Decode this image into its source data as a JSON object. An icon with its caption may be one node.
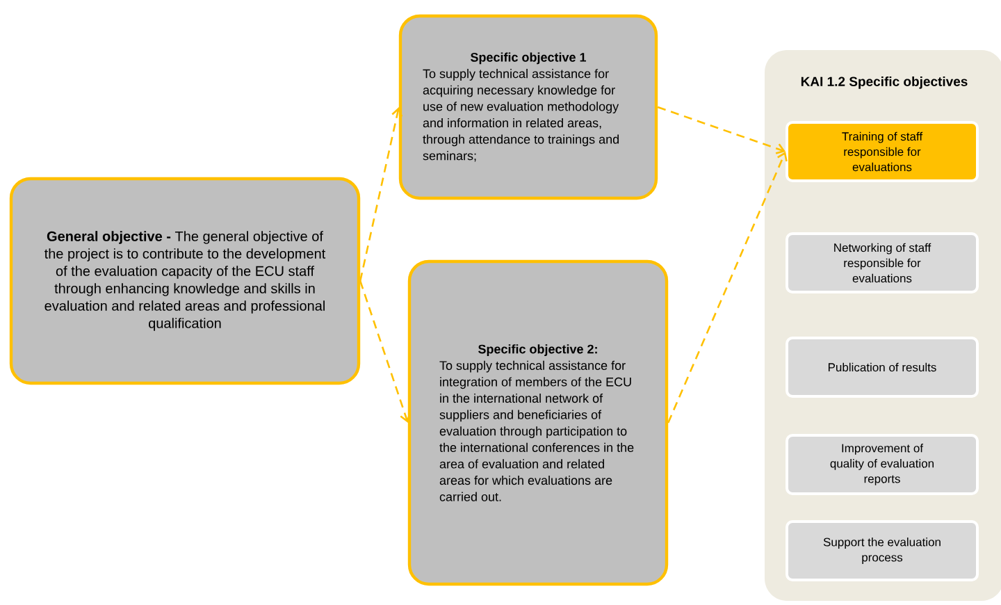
{
  "diagram": {
    "nodes": [
      {
        "text": [
          "**General objective -** The general objective of the project is to contribute to the development of the evaluation capacity of the ECU staff through enhancing knowledge and skills in evaluation and related areas and professional qualification"
        ]
      },
      {
        "text": [
          "Specific objective 1",
          "To supply technical assistance for acquiring necessary knowledge for use of new evaluation methodology and information in related areas, through attendance to trainings and seminars;"
        ]
      },
      {
        "text": [
          "Specific objective 2:",
          "To supply technical assistance for integration of members of the ECU in the international network of suppliers and beneficiaries of evaluation through participation to the international conferences in the area of evaluation and related areas for which evaluations are carried out."
        ]
      },
      {
        "text": [
          "KAI 1.2 Specific objectives"
        ]
      },
      {
        "text": [
          "Training of staff responsible for evaluations"
        ],
        "in": 3
      },
      {
        "text": [
          "Networking of staff responsible for evaluations"
        ],
        "in": 3
      },
      {
        "text": [
          "Publication of results"
        ],
        "in": 3
      },
      {
        "text": [
          "Improvement of quality of evaluation reports"
        ],
        "in": 3
      },
      {
        "text": [
          "Support the evaluation process"
        ],
        "in": 3
      }
    ],
    "edges": [
      {
        "from": 0,
        "to": 1,
        "arrow": "to",
        "style": "dashed"
      },
      {
        "from": 0,
        "to": 2,
        "arrow": "to",
        "style": "dashed"
      },
      {
        "from": 1,
        "to": 4,
        "arrow": "to",
        "style": "dashed"
      },
      {
        "from": 2,
        "to": 4,
        "arrow": "to",
        "style": "dashed"
      }
    ]
  }
}
